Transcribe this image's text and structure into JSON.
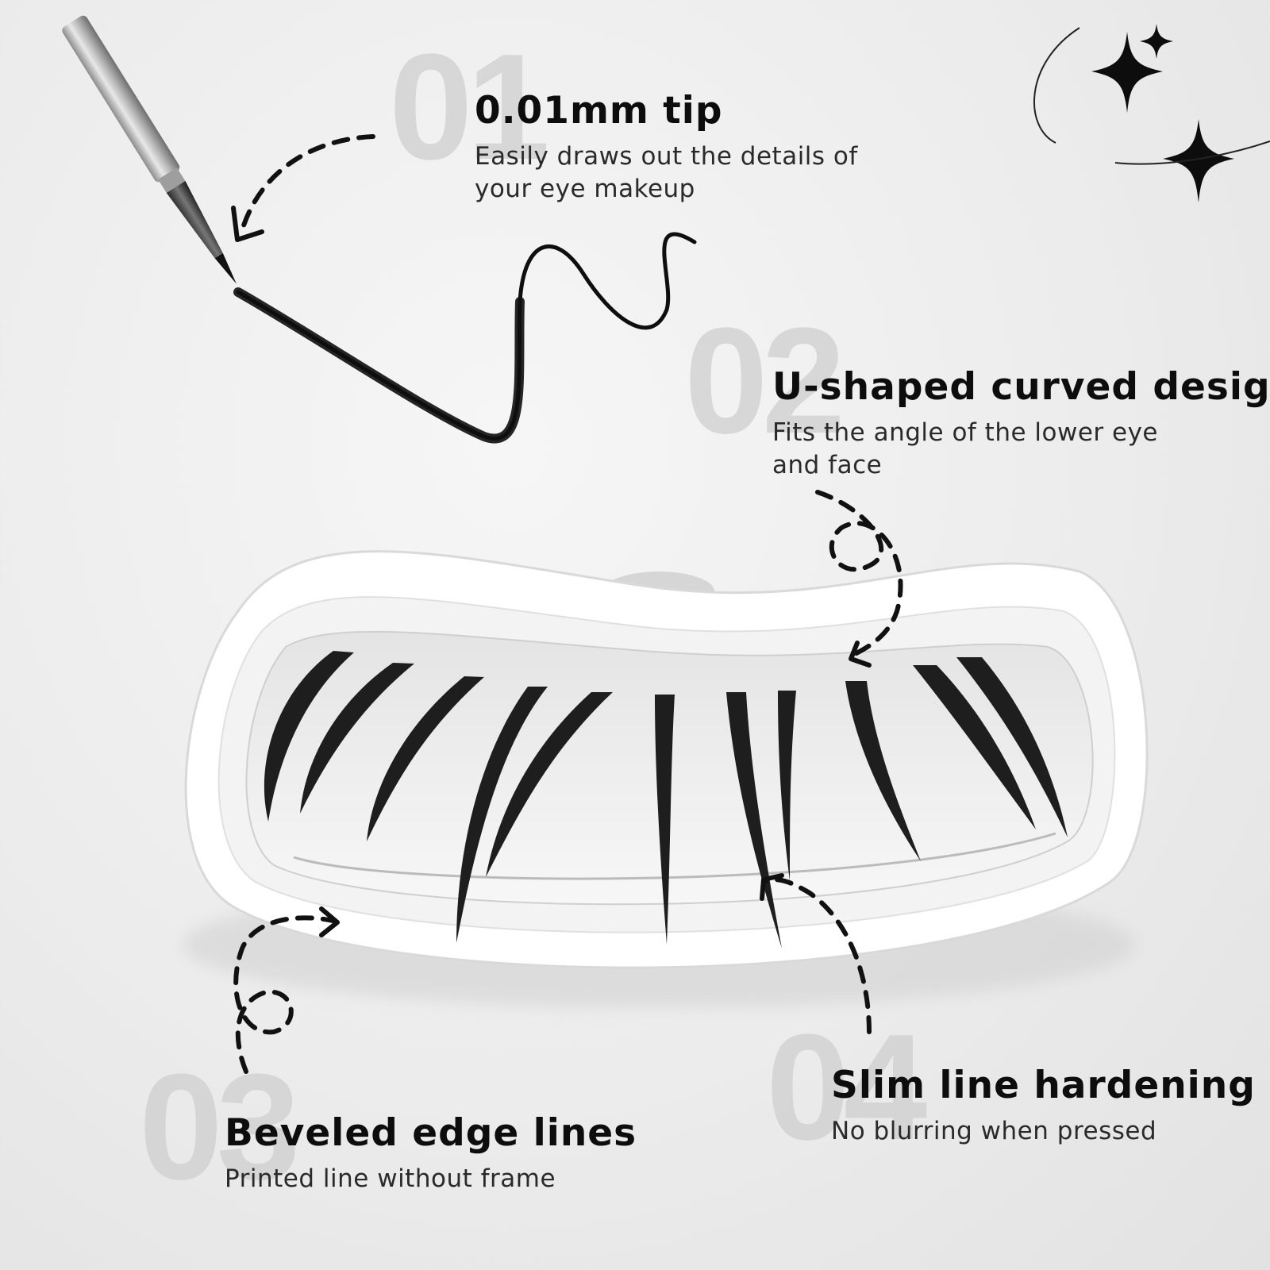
{
  "features": [
    {
      "number": "01",
      "title": "0.01mm tip",
      "description": "Easily draws out the details of your eye makeup"
    },
    {
      "number": "02",
      "title": "U-shaped curved design",
      "description": "Fits the angle of the lower eye and face"
    },
    {
      "number": "03",
      "title": "Beveled edge lines",
      "description": "Printed line without frame"
    },
    {
      "number": "04",
      "title": "Slim line hardening",
      "description": "No blurring when pressed"
    }
  ],
  "colors": {
    "background": "#ececec",
    "ink": "#111111",
    "stamp_body": "#ffffff",
    "watermark_numbers": "#cfcfcf"
  },
  "icons": [
    "eyeliner-pen-icon",
    "sparkle-icon",
    "dashed-arrow-icon",
    "lash-stamp-icon"
  ]
}
